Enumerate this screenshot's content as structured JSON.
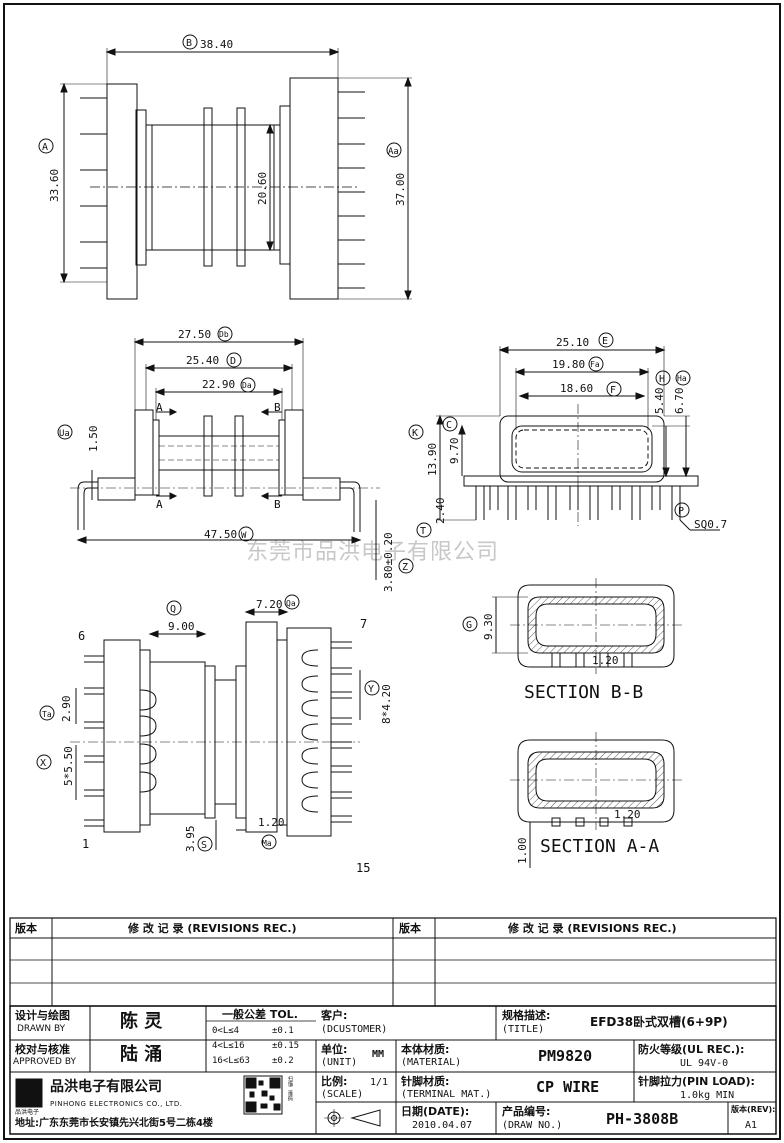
{
  "watermark": "东莞市品洪电子有限公司",
  "top_view": {
    "dim_B": "38.40",
    "mark_B": "B",
    "dim_A": "33.60",
    "mark_A": "A",
    "dim_inner": "20.60",
    "dim_Aa": "37.00",
    "mark_Aa": "Aa"
  },
  "side_view": {
    "dim_Db": "27.50",
    "mark_Db": "Db",
    "dim_D": "25.40",
    "mark_D": "D",
    "dim_Da": "22.90",
    "mark_Da": "Da",
    "sec_a": "A",
    "sec_b": "B",
    "dim_Ua": "1.50",
    "mark_Ua": "Ua",
    "dim_W": "47.50",
    "mark_W": "W",
    "dim_Z": "3.80±0.20",
    "mark_Z": "Z"
  },
  "end_view": {
    "dim_E": "25.10",
    "mark_E": "E",
    "dim_Fa": "19.80",
    "mark_Fa": "Fa",
    "dim_F": "18.60",
    "mark_F": "F",
    "dim_H": "5.40",
    "mark_H": "H",
    "dim_Ha": "6.70",
    "mark_Ha": "Ha",
    "dim_C": "9.70",
    "mark_C": "C",
    "dim_K": "13.90",
    "mark_K": "K",
    "dim_T": "2.40",
    "mark_T": "T",
    "dim_P": "SQ0.7",
    "mark_P": "P"
  },
  "bottom_view": {
    "dim_Q": "9.00",
    "mark_Q": "Q",
    "dim_Qa": "7.20",
    "mark_Qa": "Qa",
    "pin_6": "6",
    "pin_7": "7",
    "pin_1": "1",
    "pin_15": "15",
    "dim_Ta": "2.90",
    "mark_Ta": "Ta",
    "dim_X": "5*5.50",
    "mark_X": "X",
    "dim_Y": "8*4.20",
    "mark_Y": "Y",
    "dim_S": "3.95",
    "mark_S": "S",
    "dim_Ma": "1.20",
    "mark_Ma": "Ma"
  },
  "section_bb": {
    "dim_G": "9.30",
    "mark_G": "G",
    "dim_w": "1.20",
    "label": "SECTION B-B"
  },
  "section_aa": {
    "dim_w": "1.20",
    "dim_h": "1.00",
    "label": "SECTION A-A"
  },
  "revisions": {
    "ver_label": "版本",
    "rec_label": "修 改 记 录 (REVISIONS REC.)"
  },
  "title_block": {
    "designer_label": "设计与绘图",
    "designer_label_en": "DRAWN BY",
    "designer": "陈 灵",
    "approver_label": "校对与核准",
    "approver_label_en": "APPROVED BY",
    "approver": "陆 涌",
    "tol_title": "一般公差 TOL.",
    "tol_rows": [
      {
        "range": "0<L≤4",
        "value": "±0.1"
      },
      {
        "range": "4<L≤16",
        "value": "±0.15"
      },
      {
        "range": "16<L≤63",
        "value": "±0.2"
      }
    ],
    "customer_label": "客户:",
    "customer_label_en": "(DCUSTOMER)",
    "title_label": "规格描述:",
    "title_label_en": "(TITLE)",
    "title": "EFD38卧式双槽(6+9P)",
    "unit_label": "单位:",
    "unit_label_en": "(UNIT)",
    "unit": "MM",
    "material_label": "本体材质:",
    "material_label_en": "(MATERIAL)",
    "material": "PM9820",
    "ul_label": "防火等级(UL REC.):",
    "ul": "UL 94V-0",
    "scale_label": "比例:",
    "scale_label_en": "(SCALE)",
    "scale": "1/1",
    "terminal_label": "针脚材质:",
    "terminal_label_en": "(TERMINAL MAT.)",
    "terminal": "CP WIRE",
    "pinload_label": "针脚拉力(PIN LOAD):",
    "pinload": "1.0kg MIN",
    "date_label": "日期(DATE):",
    "date": "2010.04.07",
    "drawno_label": "产品编号:",
    "drawno_label_en": "(DRAW NO.)",
    "drawno": "PH-3808B",
    "rev_label": "版本(REV):",
    "rev": "A1",
    "company_logo": "PH",
    "company_logo_sub": "品洪电子",
    "company": "品洪电子有限公司",
    "company_en": "PINHONG ELECTRONICS CO., LTD.",
    "address": "地址:广东东莞市长安镇先兴北街5号二栋4楼",
    "qr_caption": "扫描二维码"
  }
}
